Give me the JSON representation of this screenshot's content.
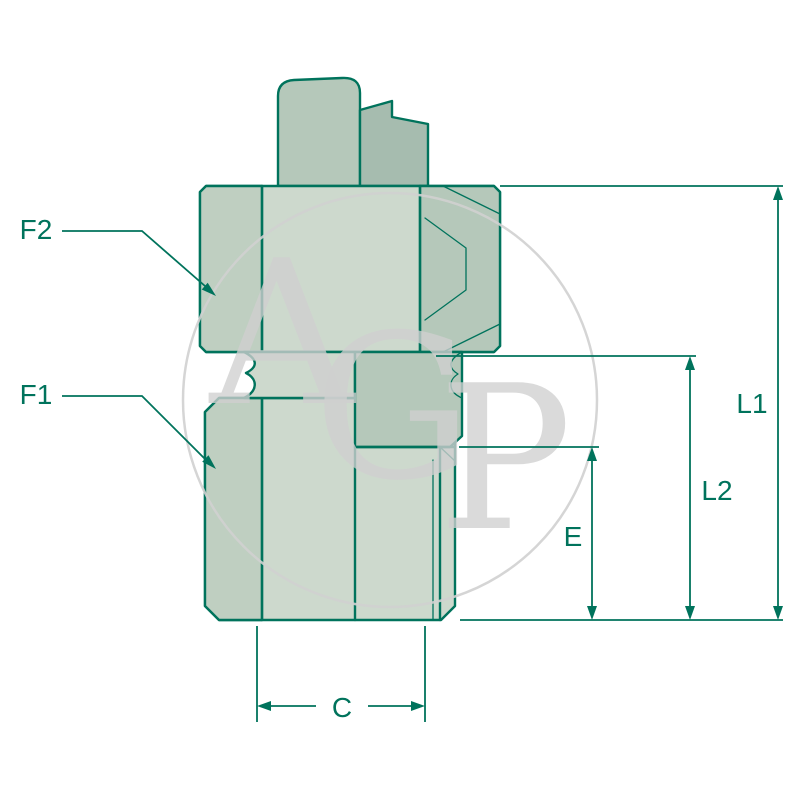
{
  "drawing": {
    "watermark": {
      "text": "AGP",
      "letters": [
        "A",
        "G",
        "P"
      ]
    },
    "labels": {
      "f2": "F2",
      "f1": "F1",
      "l1": "L1",
      "l2": "L2",
      "e": "E",
      "c": "C"
    },
    "colors": {
      "line": "#00735C",
      "fill_light": "#cdd9cd",
      "fill_mid": "#b5c8ba",
      "fill_shade": "#a6bcaf",
      "fill_band": "#bfcfc1",
      "watermark": "#d0d0d0",
      "background": "#ffffff"
    }
  }
}
